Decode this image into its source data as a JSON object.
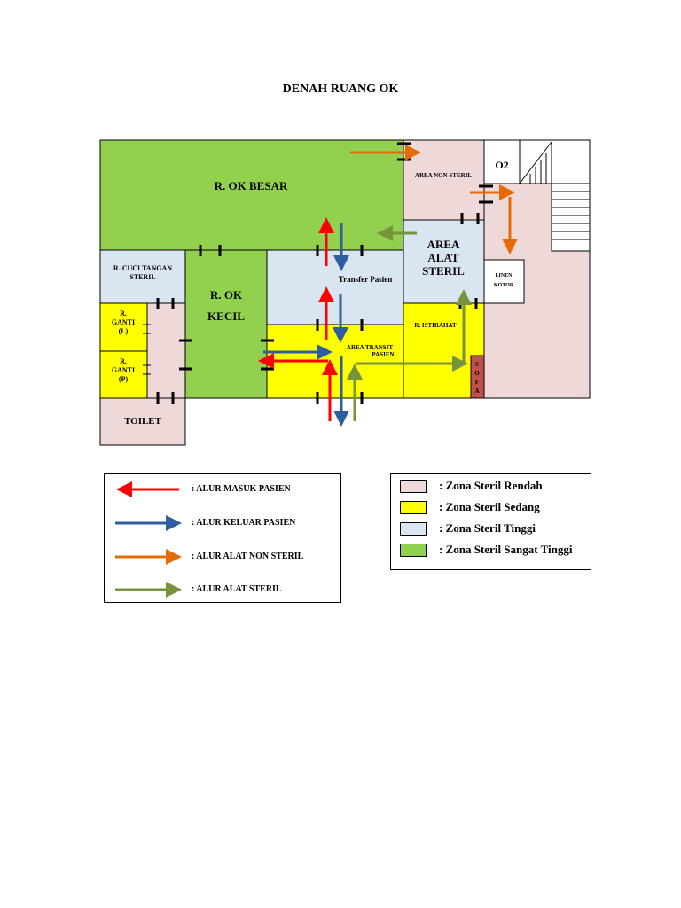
{
  "title": "DENAH RUANG OK",
  "colors": {
    "zona_rendah": "#efd8d8",
    "zona_sedang": "#ffff00",
    "zona_tinggi": "#d9e5f1",
    "zona_sangat_tinggi": "#92d050",
    "arrow_red": "#ff0000",
    "arrow_blue": "#2e5ea0",
    "arrow_orange": "#e36c09",
    "arrow_green": "#77933c",
    "sofa": "#c0504d"
  },
  "rooms": {
    "ok_besar": "R. OK BESAR",
    "ok_kecil_1": "R. OK",
    "ok_kecil_2": "KECIL",
    "cuci_tangan_1": "R. CUCI TANGAN",
    "cuci_tangan_2": "STERIL",
    "ganti_l_1": "R.",
    "ganti_l_2": "GANTI",
    "ganti_l_3": "(L)",
    "ganti_p_1": "R.",
    "ganti_p_2": "GANTI",
    "ganti_p_3": "(P)",
    "toilet": "TOILET",
    "transfer_pasien": "Transfer Pasien",
    "area_transit_1": "AREA TRANSIT",
    "area_transit_2": "PASIEN",
    "area_non_steril": "AREA NON STERIL",
    "o2": "O2",
    "area_alat_steril_1": "AREA",
    "area_alat_steril_2": "ALAT",
    "area_alat_steril_3": "STERIL",
    "linen_kotor_1": "LINEN",
    "linen_kotor_2": "KOTOR",
    "r_istirahat": "R. ISTIRAHAT",
    "sofa_s": "S",
    "sofa_o": "O",
    "sofa_f": "F",
    "sofa_a": "A"
  },
  "flow_legend": [
    {
      "label": ": ALUR MASUK PASIEN",
      "color": "#ff0000",
      "direction": "left"
    },
    {
      "label": ": ALUR KELUAR PASIEN",
      "color": "#2e5ea0",
      "direction": "right"
    },
    {
      "label": ": ALUR ALAT NON STERIL",
      "color": "#e36c09",
      "direction": "right"
    },
    {
      "label": ": ALUR ALAT STERIL",
      "color": "#77933c",
      "direction": "right"
    }
  ],
  "zone_legend": [
    {
      "label": ": Zona Steril Rendah",
      "color": "#efd8d8"
    },
    {
      "label": ": Zona Steril Sedang",
      "color": "#ffff00"
    },
    {
      "label": ": Zona Steril Tinggi",
      "color": "#d9e5f1"
    },
    {
      "label": ": Zona Steril Sangat Tinggi",
      "color": "#92d050"
    }
  ]
}
